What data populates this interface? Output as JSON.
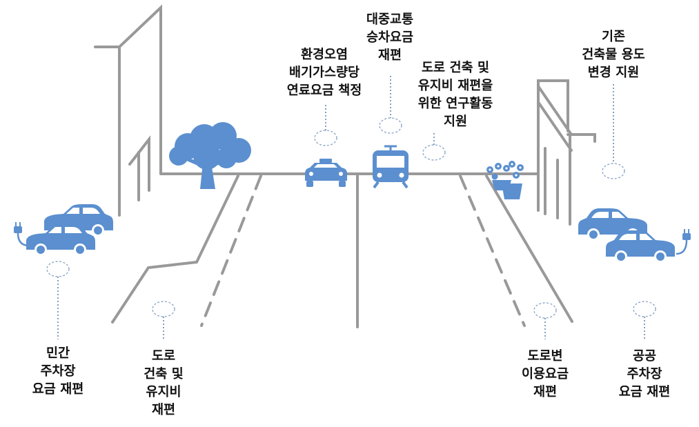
{
  "colors": {
    "line": "#999999",
    "icon": "#5b8fcf",
    "text": "#111111",
    "ellipse": "#8fa9c9"
  },
  "icons": [
    "tree-icon",
    "taxi-icon",
    "tram-icon",
    "flower-pot-icon",
    "car-icon",
    "ev-plug-icon"
  ],
  "labels": [
    {
      "id": "private-parking",
      "lines": [
        "민간",
        "주차장",
        "요금 재편"
      ]
    },
    {
      "id": "road-maintenance",
      "lines": [
        "도로",
        "건축 및",
        "유지비",
        "재편"
      ]
    },
    {
      "id": "emission-fuel-pricing",
      "lines": [
        "환경오염",
        "배기가스량당",
        "연료요금 책정"
      ]
    },
    {
      "id": "transit-fares",
      "lines": [
        "대중교통",
        "승차요금",
        "재편"
      ]
    },
    {
      "id": "research-support",
      "lines": [
        "도로 건축 및",
        "유지비 재편을",
        "위한 연구활동",
        "지원"
      ]
    },
    {
      "id": "roadside-fees",
      "lines": [
        "도로변",
        "이용요금",
        "재편"
      ]
    },
    {
      "id": "building-conversion",
      "lines": [
        "기존",
        "건축물 용도",
        "변경 지원"
      ]
    },
    {
      "id": "public-parking",
      "lines": [
        "공공",
        "주차장",
        "요금 재편"
      ]
    }
  ]
}
